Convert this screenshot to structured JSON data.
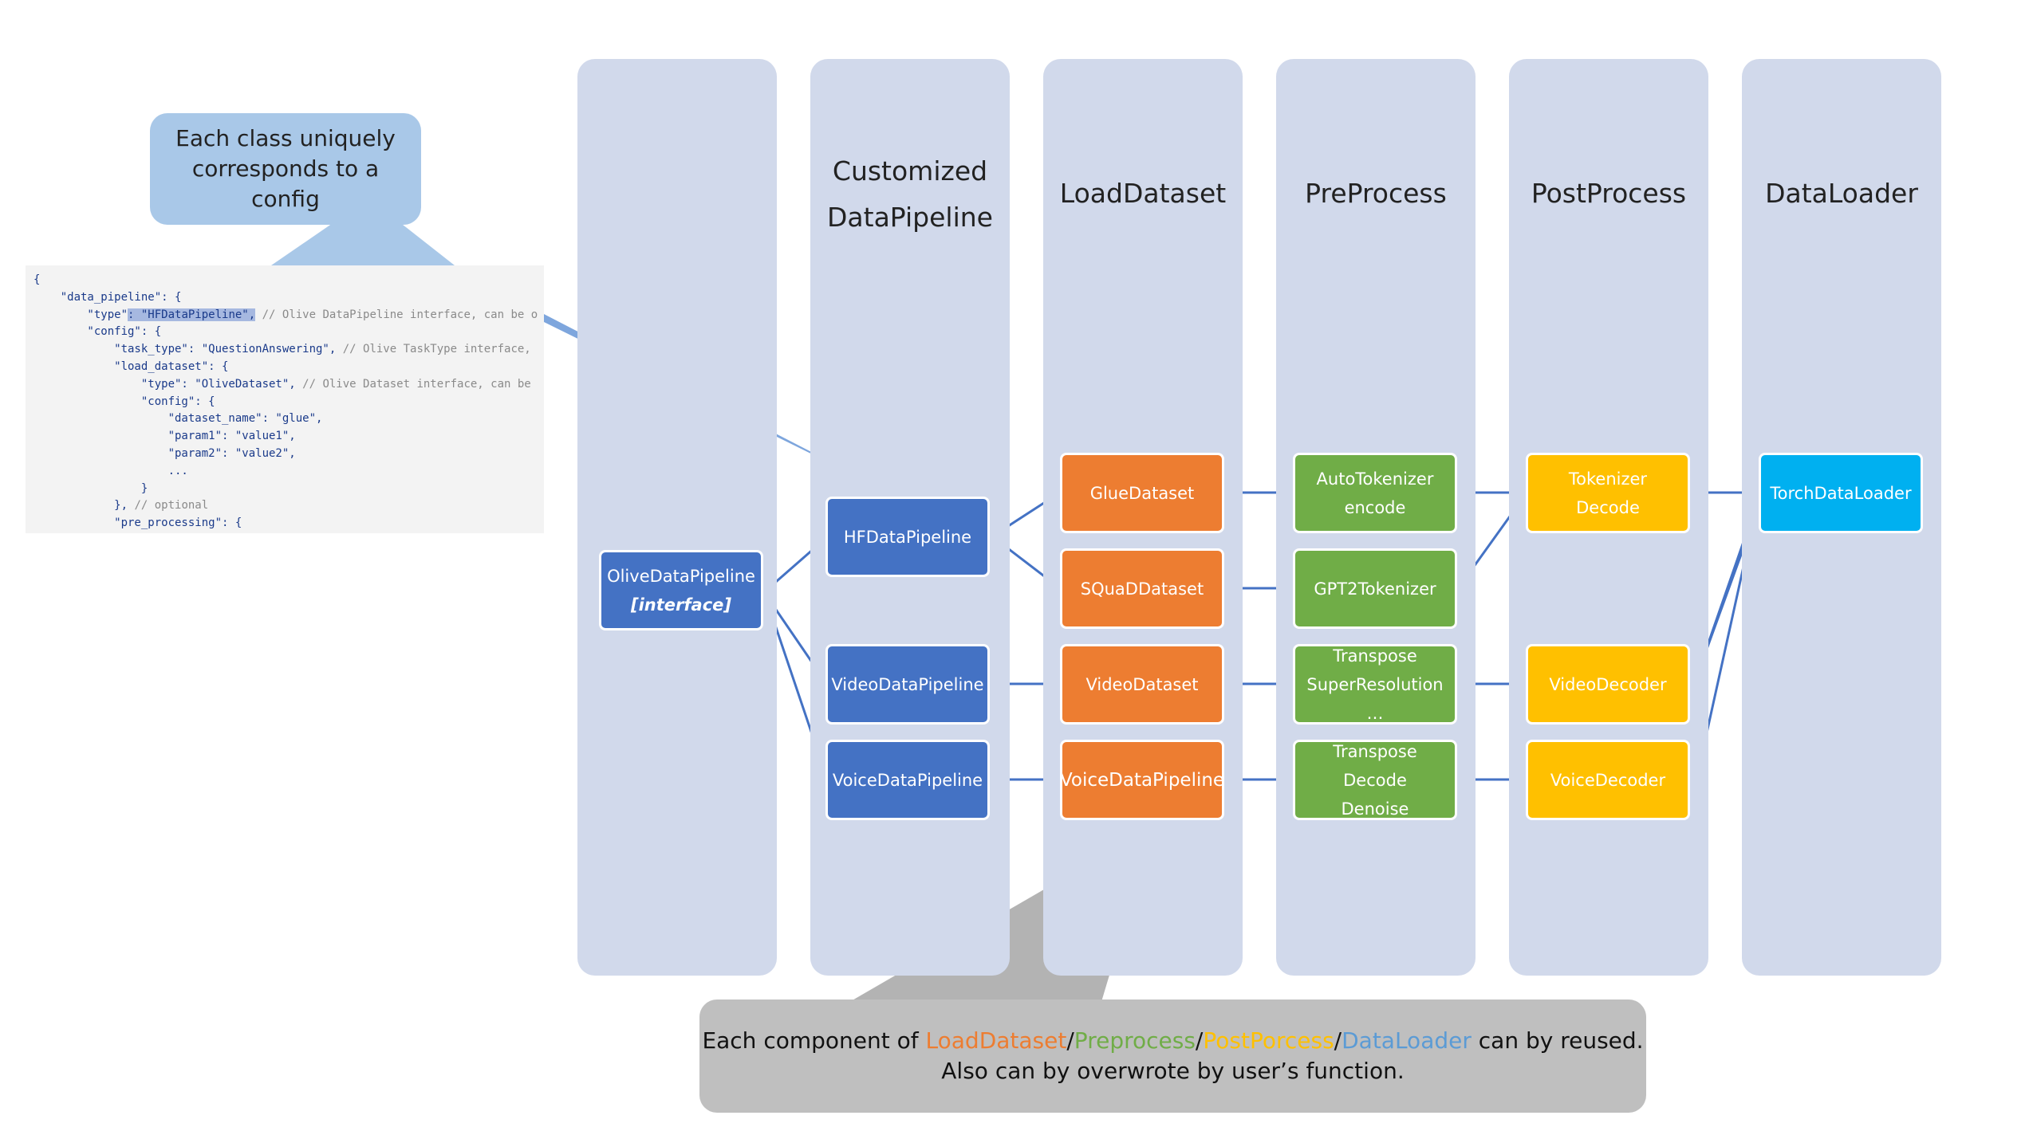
{
  "columns": [
    {
      "header": ""
    },
    {
      "header": "Customized DataPipeline"
    },
    {
      "header": "LoadDataset"
    },
    {
      "header": "PreProcess"
    },
    {
      "header": "PostProcess"
    },
    {
      "header": "DataLoader"
    }
  ],
  "nodes": {
    "olive": {
      "line1": "OliveDataPipeline",
      "line2": "[interface]"
    },
    "hf": {
      "label": "HFDataPipeline"
    },
    "video_pipeline": {
      "label": "VideoDataPipeline"
    },
    "voice_pipeline": {
      "label": "VoiceDataPipeline"
    },
    "glue": {
      "label": "GlueDataset"
    },
    "squad": {
      "label": "SQuaDDataset"
    },
    "video_dataset": {
      "label": "VideoDataset"
    },
    "voice_dataset": {
      "label": "VoiceDataPipeline"
    },
    "autotok": {
      "line1": "AutoTokenizer",
      "line2": "encode"
    },
    "gpt2": {
      "label": "GPT2Tokenizer"
    },
    "transpose_sr": {
      "line1": "Transpose",
      "line2": "SuperResolution",
      "line3": "…"
    },
    "transpose_dd": {
      "line1": "Transpose",
      "line2": "Decode",
      "line3": "Denoise"
    },
    "tok_decode": {
      "line1": "Tokenizer",
      "line2": "Decode"
    },
    "video_decoder": {
      "label": "VideoDecoder"
    },
    "voice_decoder": {
      "label": "VoiceDecoder"
    },
    "torch": {
      "label": "TorchDataLoader"
    }
  },
  "callouts": {
    "top": "Each class uniquely corresponds to a config",
    "bottom": {
      "prefix": "Each component of ",
      "load": "LoadDataset",
      "sep1": "/",
      "pre": "Preprocess",
      "sep2": "/",
      "post": "PostPorcess",
      "sep3": "/",
      "dl": "DataLoader",
      "suffix": " can by reused.",
      "line2": "Also can by overwrote by user’s function."
    }
  },
  "code": {
    "l1": "{",
    "l2": "    \"data_pipeline\": {",
    "l3a": "        \"type\"",
    "l3b": ": \"HFDataPipeline\",",
    "l3c": " // Olive DataPipeline interface, can be o",
    "l4": "        \"config\": {",
    "l5a": "            \"task_type\": \"QuestionAnswering\",",
    "l5b": " // Olive TaskType interface,",
    "l6": "            \"load_dataset\": {",
    "l7a": "                \"type\": \"OliveDataset\",",
    "l7b": " // Olive Dataset interface, can be",
    "l8": "                \"config\": {",
    "l9": "                    \"dataset_name\": \"glue\",",
    "l10": "                    \"param1\": \"value1\",",
    "l11": "                    \"param2\": \"value2\",",
    "l12": "                    ...",
    "l13": "                }",
    "l14a": "            },",
    "l14b": " // optional",
    "l15": "            \"pre_processing\": {"
  },
  "colors": {
    "column_bg": "#d1d9eb",
    "pipeline": "#4472c4",
    "load_dataset": "#ed7d31",
    "preprocess": "#70ad47",
    "postprocess": "#ffc000",
    "dataloader": "#00b0f0",
    "connector": "#4472c4"
  }
}
